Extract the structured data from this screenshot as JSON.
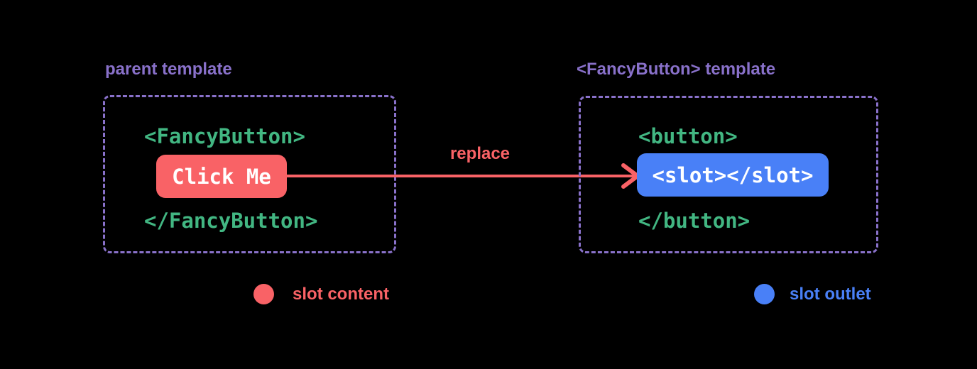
{
  "diagram": {
    "parent": {
      "label": "parent template",
      "open_tag": "<FancyButton>",
      "button_text": "Click Me",
      "close_tag": "</FancyButton>"
    },
    "arrow": {
      "label": "replace"
    },
    "component": {
      "label": "<FancyButton> template",
      "open_tag": "<button>",
      "slot_text": "<slot></slot>",
      "close_tag": "</button>"
    },
    "legend": [
      {
        "label": "slot content",
        "color": "#f96266"
      },
      {
        "label": "slot outlet",
        "color": "#4980f7"
      }
    ],
    "colors": {
      "background": "#000000",
      "purple": "#8971ca",
      "green": "#42b682",
      "coral": "#f96266",
      "blue": "#4980f7",
      "white": "#ffffff"
    }
  }
}
